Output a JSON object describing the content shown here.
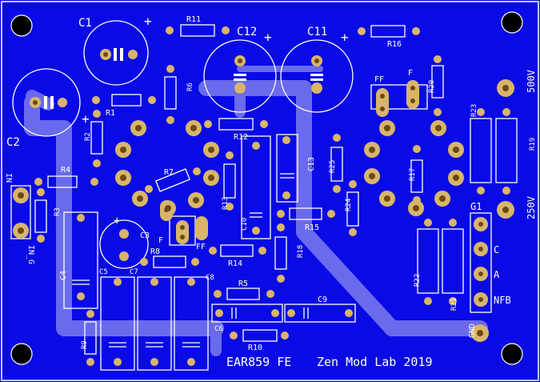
{
  "footer": {
    "project": "EAR859 FE",
    "credit": "Zen Mod Lab 2019"
  },
  "labels": {
    "c1": "C1",
    "c2": "C2",
    "c3": "C3",
    "c4": "C4",
    "c5": "C5",
    "c6": "C6",
    "c7": "C7",
    "c8": "C8",
    "c9": "C9",
    "c10": "C10",
    "c11": "C11",
    "c12": "C12",
    "c13": "C13",
    "r1": "R1",
    "r2": "R2",
    "r3": "R3",
    "r4": "R4",
    "r5": "R5",
    "r6": "R6",
    "r7": "R7",
    "r8": "R8",
    "r9": "R9",
    "r10": "R10",
    "r11": "R11",
    "r12": "R12",
    "r13": "R13",
    "r14": "R14",
    "r15": "R15",
    "r16": "R16",
    "r17": "R17",
    "r18": "R18",
    "r19": "R19",
    "r20": "R20",
    "r21": "R21",
    "r22": "R22",
    "r23": "R23",
    "r24": "R24",
    "r25": "R25",
    "in": "IN",
    "in_g": "IN_G",
    "g1": "G1",
    "c_pin": "C",
    "a_pin": "A",
    "nfb": "NFB",
    "gnd": "GND",
    "v500": "500V",
    "v250": "250V",
    "ff1": "FF",
    "ff2": "FF",
    "f1": "F",
    "f2": "F",
    "plus": "+"
  },
  "colors": {
    "board": "#0a0ae6",
    "trace": "#6a6aee",
    "pad": "#d8b56a",
    "hole": "#6a4a10",
    "silk": "#ffffff",
    "void": "#000000"
  }
}
